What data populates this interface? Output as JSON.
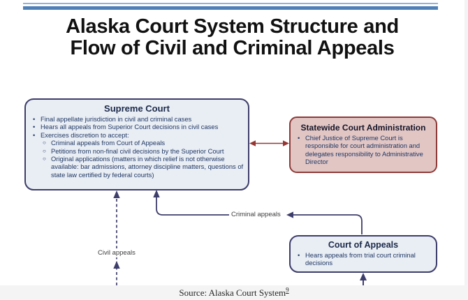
{
  "page": {
    "title_line1": "Alaska Court System Structure and",
    "title_line2": "Flow of Civil and Criminal Appeals",
    "source_prefix": "Source: Alaska Court System",
    "source_note_ref": "9"
  },
  "icons": {
    "bullet_level1": "•",
    "bullet_level2": "○"
  },
  "colors": {
    "top_rule_blue": "#4e7fb7",
    "top_rule_light_blue": "#94b2d8",
    "blue_box_fill": "#e9edf4",
    "blue_box_border": "#3d3d6b",
    "pink_box_fill": "#e2c6c4",
    "pink_box_border": "#8d3a37",
    "two_way_arrow_red": "#943634",
    "connector_navy": "#3e3e6c",
    "body_text_navy": "#1f3864"
  },
  "boxes": {
    "supreme_court": {
      "title": "Supreme Court",
      "bullets": [
        {
          "level": 1,
          "text": "Final appellate jurisdiction in civil and criminal cases"
        },
        {
          "level": 1,
          "text": "Hears all appeals from Superior Court decisions in civil cases"
        },
        {
          "level": 1,
          "text": "Exercises discretion to accept:"
        },
        {
          "level": 2,
          "text": "Criminal appeals from Court of Appeals"
        },
        {
          "level": 2,
          "text": "Petitions from non-final civil decisions by the Superior Court"
        },
        {
          "level": 2,
          "text": "Original applications (matters in which relief is not otherwise available: bar admissions, attorney discipline matters, questions of state law certified by federal courts)"
        }
      ]
    },
    "statewide_admin": {
      "title": "Statewide Court Administration",
      "bullets": [
        {
          "level": 1,
          "text": "Chief Justice of Supreme Court is responsible for court administration and delegates responsibility to Administrative Director"
        }
      ]
    },
    "court_of_appeals": {
      "title": "Court of Appeals",
      "bullets": [
        {
          "level": 1,
          "text": "Hears appeals from trial court criminal decisions"
        }
      ]
    }
  },
  "connector_labels": {
    "criminal_appeals": "Criminal appeals",
    "civil_appeals": "Civil appeals"
  }
}
